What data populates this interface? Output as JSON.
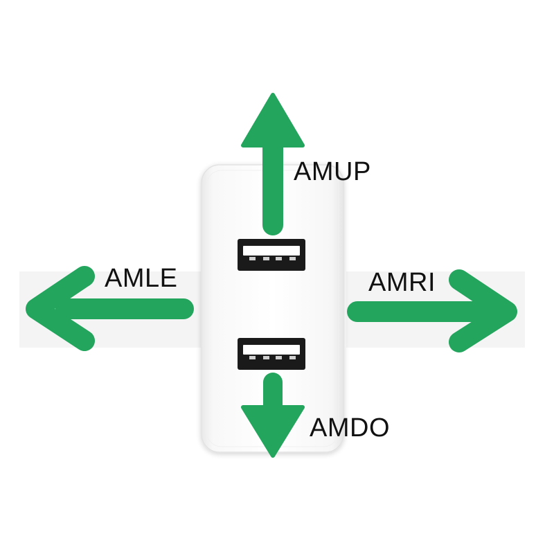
{
  "labels": {
    "up": "AMUP",
    "left": "AMLE",
    "right": "AMRI",
    "down": "AMDO"
  },
  "colors": {
    "arrow": "#24a55e",
    "charger_body": "#ffffff",
    "port_dark": "#1a1a1a",
    "port_insert": "#ffffff"
  },
  "icons": {
    "device": "usb-wall-charger",
    "ports": [
      "usb-a-port",
      "usb-a-port"
    ]
  }
}
